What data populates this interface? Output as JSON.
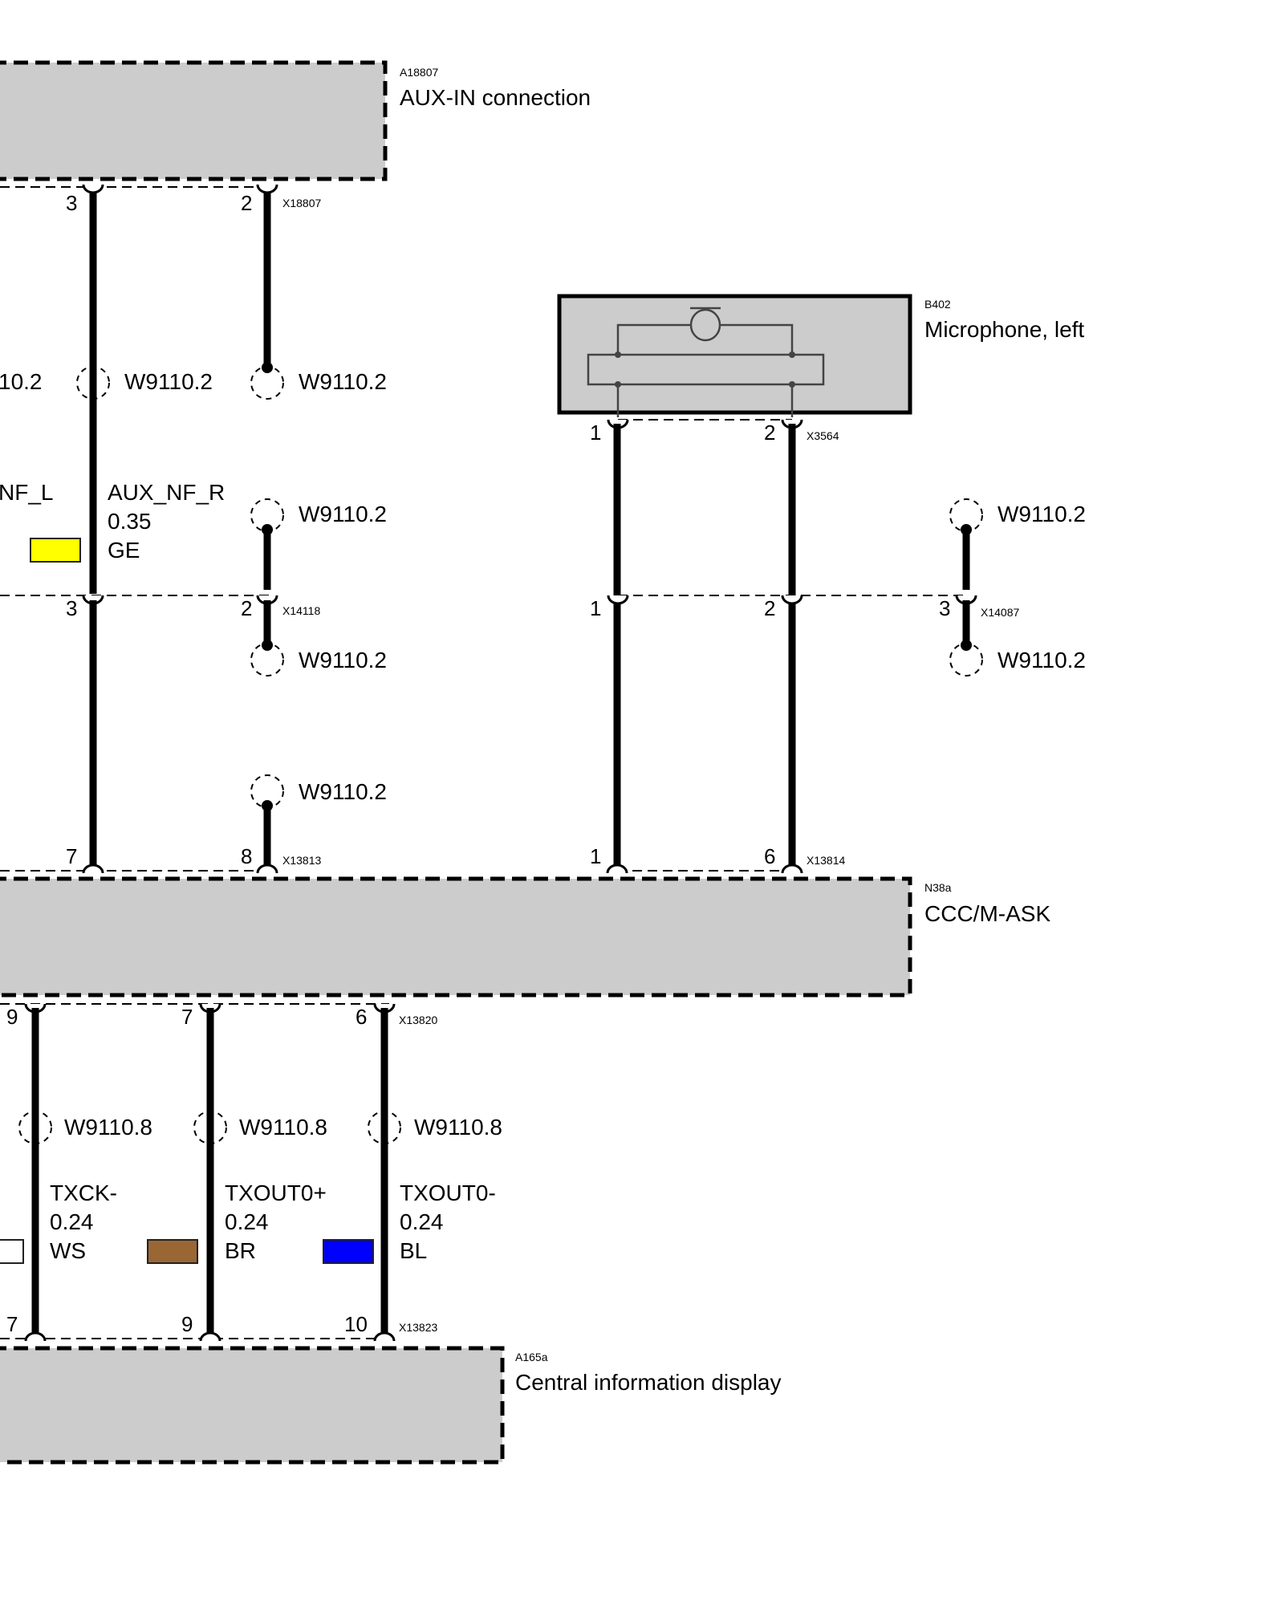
{
  "components": {
    "aux_in": {
      "id": "A18807",
      "name": "AUX-IN connection"
    },
    "microphone": {
      "id": "B402",
      "name": "Microphone, left"
    },
    "ccc": {
      "id": "N38a",
      "name": "CCC/M-ASK"
    },
    "cid": {
      "id": "A165a",
      "name": "Central information display"
    }
  },
  "connectors": {
    "x18807": {
      "id": "X18807",
      "pins": [
        "3",
        "2"
      ]
    },
    "x14118": {
      "id": "X14118",
      "pins": [
        "3",
        "2"
      ]
    },
    "x13813": {
      "id": "X13813",
      "pins": [
        "7",
        "8"
      ]
    },
    "x3564": {
      "id": "X3564",
      "pins": [
        "1",
        "2"
      ]
    },
    "x14087": {
      "id": "X14087",
      "pins": [
        "1",
        "2",
        "3"
      ]
    },
    "x13814": {
      "id": "X13814",
      "pins": [
        "1",
        "6"
      ]
    },
    "x13820": {
      "id": "X13820",
      "pins": [
        "9",
        "7",
        "6"
      ]
    },
    "x13823": {
      "id": "X13823",
      "pins": [
        "7",
        "9",
        "10"
      ]
    }
  },
  "splices": {
    "left_partial": "10.2",
    "w2": "W9110.2",
    "w8": "W9110.8"
  },
  "wires": {
    "aux_nf_l": {
      "signal_partial": "NF_L",
      "color_hex": "#ffff00"
    },
    "aux_nf_r": {
      "signal": "AUX_NF_R",
      "gauge": "0.35",
      "color_code": "GE",
      "color_hex": "#ffff00"
    },
    "txck": {
      "signal": "TXCK-",
      "gauge": "0.24",
      "color_code": "WS",
      "color_hex": "#ffffff"
    },
    "txout0p": {
      "signal": "TXOUT0+",
      "gauge": "0.24",
      "color_code": "BR",
      "color_hex": "#9a6634"
    },
    "txout0m": {
      "signal": "TXOUT0-",
      "gauge": "0.24",
      "color_code": "BL",
      "color_hex": "#0000ff"
    }
  }
}
